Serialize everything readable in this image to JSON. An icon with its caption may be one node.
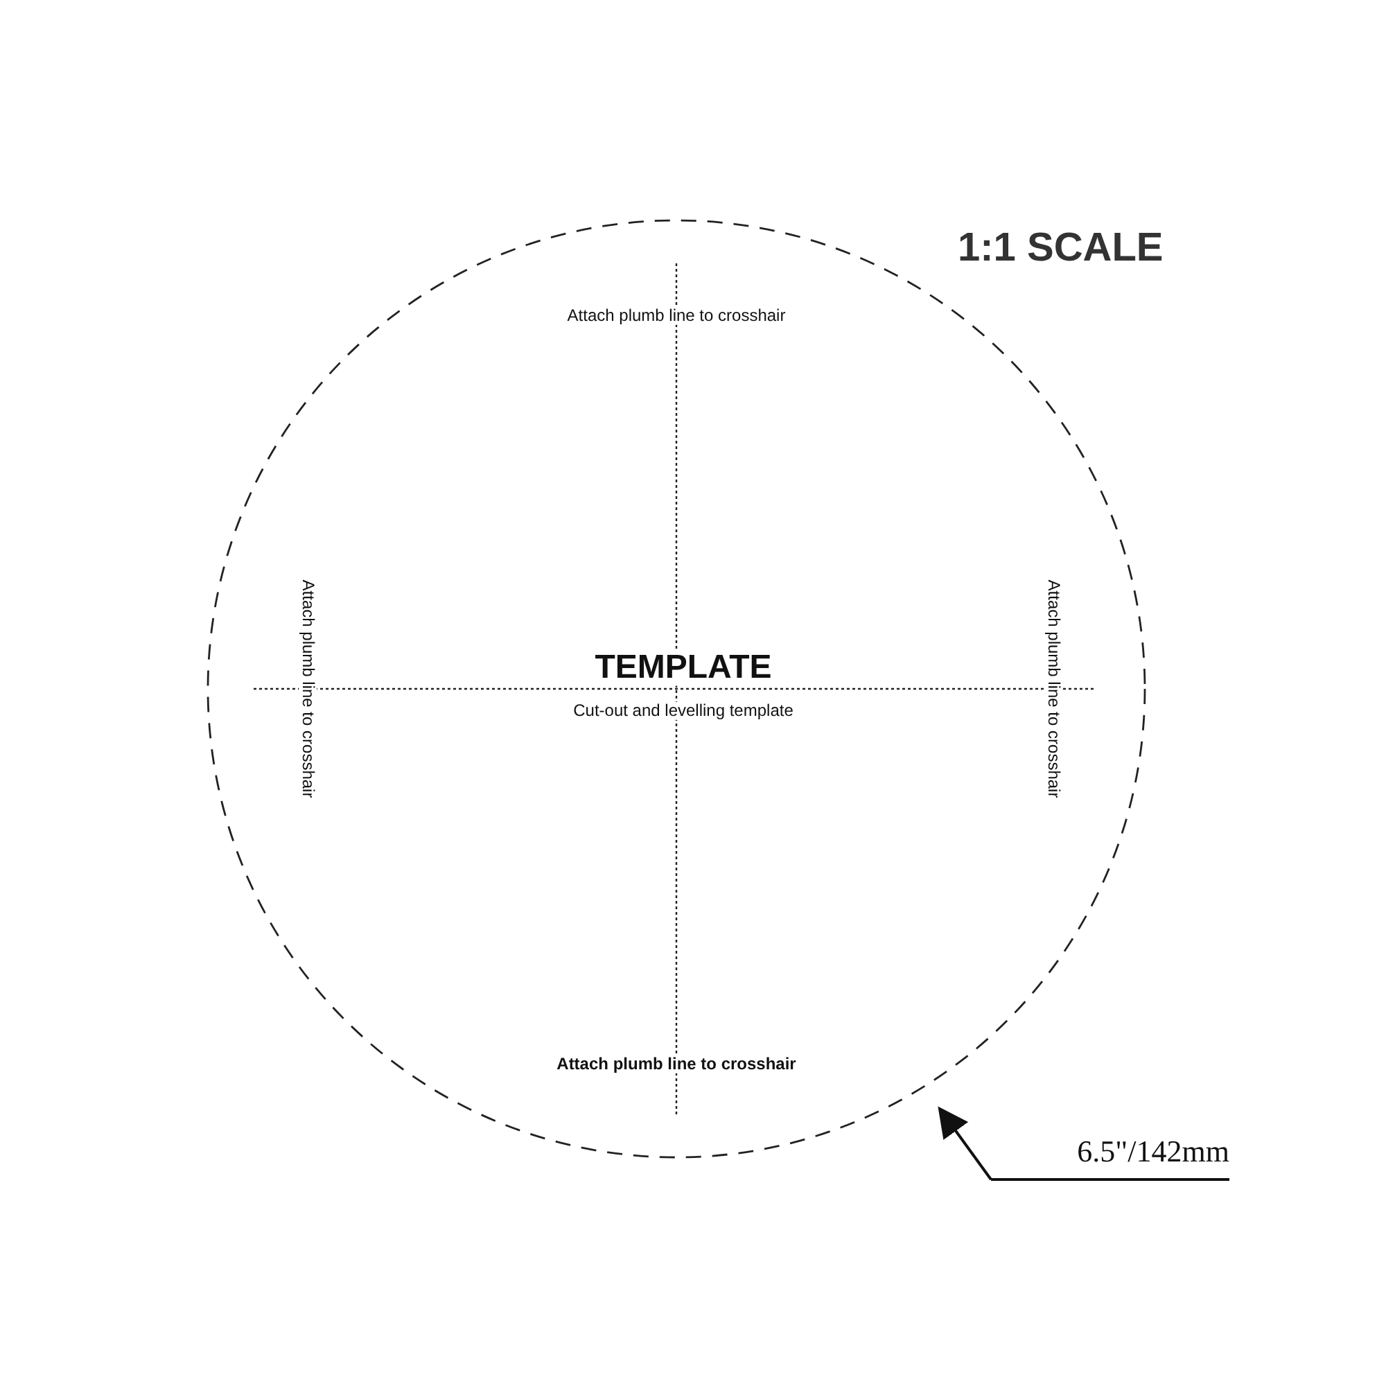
{
  "diagram": {
    "title": "1:1 SCALE",
    "nodes": [
      {
        "text": [
          "TEMPLATE",
          "Cut-out and levelling template"
        ]
      },
      {
        "text": [
          "6.5\"/142mm"
        ]
      }
    ],
    "edges": [
      {
        "from": 1,
        "to": 0,
        "arrow": "to"
      }
    ],
    "labels": [
      "Attach plumb line to crosshair",
      "Attach plumb line to crosshair",
      "Attach plumb line to crosshair",
      "Attach plumb line to crosshair"
    ]
  }
}
